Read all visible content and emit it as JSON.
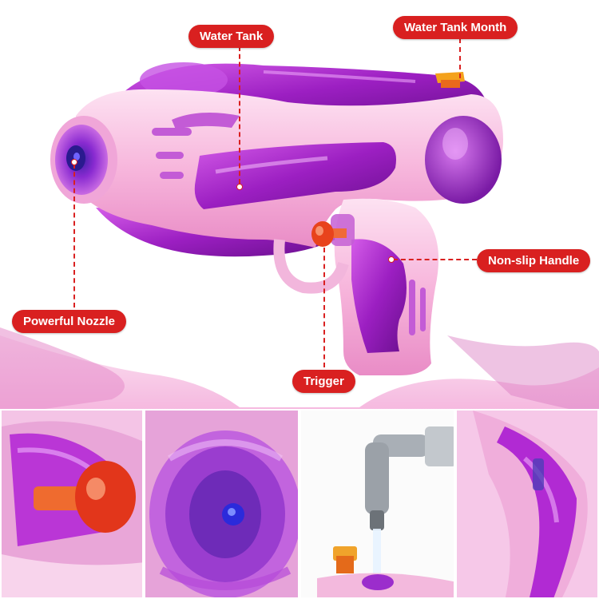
{
  "callouts": {
    "water_tank": "Water Tank",
    "water_tank_month": "Water Tank Month",
    "non_slip_handle": "Non-slip Handle",
    "powerful_nozzle": "Powerful Nozzle",
    "trigger": "Trigger"
  },
  "colors": {
    "label_bg": "#d92020",
    "body_pink": "#f7b6dc",
    "tank_purple": "#9c1fc2",
    "trigger_orange": "#e8431c"
  }
}
